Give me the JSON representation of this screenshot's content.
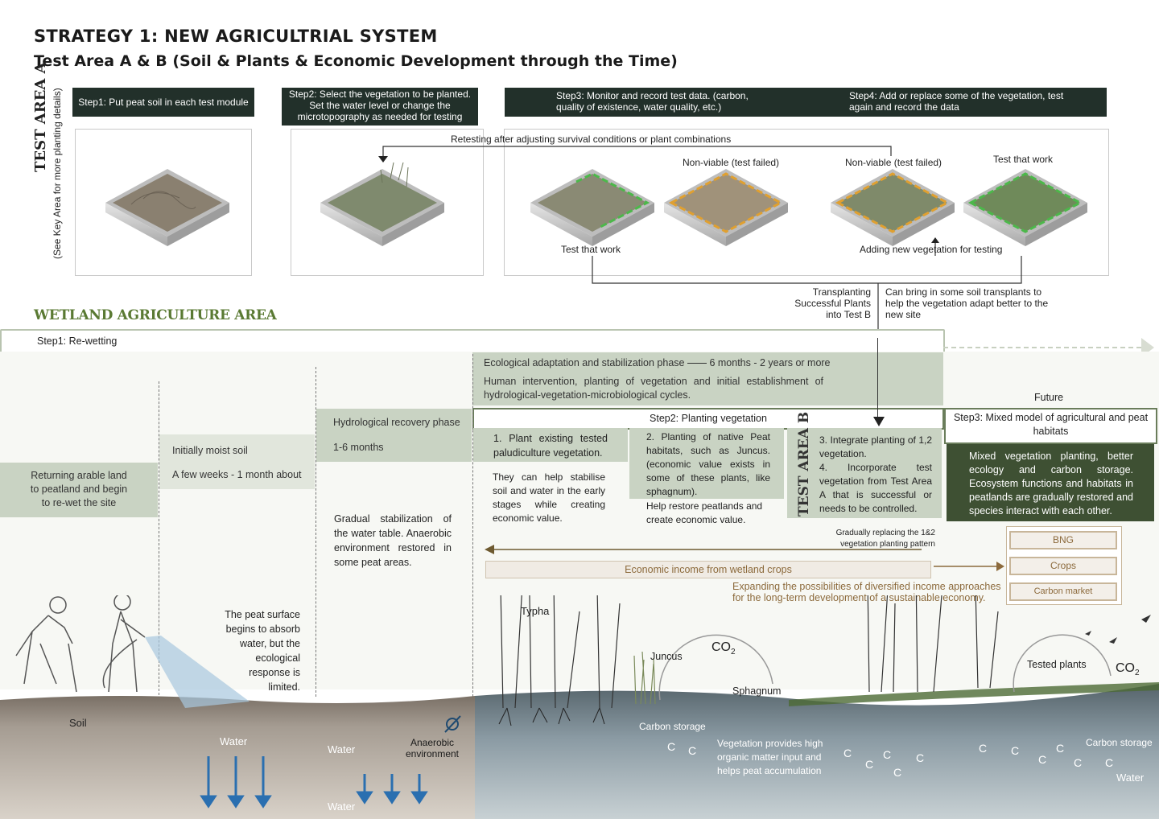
{
  "header": {
    "title": "STRATEGY 1: NEW AGRICULTRIAL SYSTEM",
    "subtitle": "Test Area A & B (Soil & Plants & Economic Development through the Time)"
  },
  "test_area_a": {
    "label": "TEST AREA A",
    "note": "(See Key Area for more planting details)",
    "step1": "Step1: Put peat soil in each test module",
    "step2": "Step2: Select the vegetation to be planted. Set the water level or change the microtopography as needed for testing",
    "step3": "Step3: Monitor and record test data. (carbon, quality of existence, water quality, etc.)",
    "step4": "Step4: Add or replace some of the vegetation, test again and record the data",
    "retest": "Retesting after adjusting survival conditions or plant combinations",
    "nonviable1": "Non-viable (test failed)",
    "nonviable2": "Non-viable (test failed)",
    "test_work_top": "Test that work",
    "test_work_bottom": "Test that work",
    "adding_veg": "Adding new vegetation for testing",
    "transplant": "Transplanting Successful Plants into Test B",
    "soil_transplant": "Can bring in some soil transplants to help the vegetation adapt better to the new site"
  },
  "wetland": {
    "title": "WETLAND AGRICULTURE AREA",
    "step1": "Step1:  Re-wetting",
    "eco_phase_label": "Ecological adaptation and stabilization phase",
    "eco_phase_time": "6 months - 2 years or more",
    "eco_phase_desc": "Human intervention, planting of vegetation and initial establishment of hydrological-vegetation-microbiological cycles.",
    "future": "Future",
    "step2": "Step2: Planting vegetation",
    "step3": "Step3: Mixed model of agricultural and peat habitats",
    "returning": "Returning arable land to peatland and begin to re-wet the site",
    "moist_title": "Initially moist soil",
    "moist_time": "A few weeks - 1 month about",
    "hydro_title": "Hydrological recovery phase",
    "hydro_time": "1-6 months",
    "hydro_desc": "Gradual stabilization of the water table. Anaerobic environment restored in some peat areas.",
    "plant1_title": "1. Plant existing tested paludiculture vegetation.",
    "plant1_desc": "They can help stabilise soil and water in the early stages while creating economic value.",
    "plant2_title": "2. Planting of native Peat habitats, such as Juncus. (economic value exists in some of these plants, like sphagnum).",
    "plant2_desc": "Help restore peatlands and create economic value.",
    "test_area_b": "TEST AREA B",
    "plant3_title": "3. Integrate planting of 1,2 vegetation.",
    "plant4_title": "4. Incorporate test vegetation from Test Area A that is successful or needs to be controlled.",
    "gradually": "Gradually replacing the 1&2 vegetation planting pattern",
    "mixed_desc": "Mixed vegetation planting, better ecology and carbon storage. Ecosystem functions and habitats in peatlands are gradually restored and species interact with each other.",
    "income": "Economic income from wetland crops",
    "income_options": [
      "BNG",
      "Crops",
      "Carbon market"
    ],
    "expanding": "Expanding the possibilities of diversified income approaches for the long-term development of a sustainable economy."
  },
  "ground": {
    "soil": "Soil",
    "peat_absorb": "The peat surface begins to absorb water, but the ecological response is limited.",
    "water1": "Water",
    "water2": "Water",
    "water3": "Water",
    "water4": "Water",
    "anaerobic": "Anaerobic environment",
    "typha": "Typha",
    "juncus": "Juncus",
    "co2_1": "CO",
    "co2_1_sub": "2",
    "sphagnum": "Sphagnum",
    "carbon_storage1": "Carbon storage",
    "veg_high": "Vegetation provides high organic matter input and helps peat accumulation",
    "tested_plants": "Tested plants",
    "co2_2": "CO",
    "co2_2_sub": "2",
    "carbon_storage2": "Carbon storage",
    "c_symbol": "C"
  },
  "colors": {
    "dark_box": "#22302a",
    "phase_green": "#c9d3c3",
    "dark_green": "#3e5033",
    "title_green": "#5a7a33",
    "income_brown": "#8c6a3c",
    "water_blue": "#2a6fb0"
  }
}
